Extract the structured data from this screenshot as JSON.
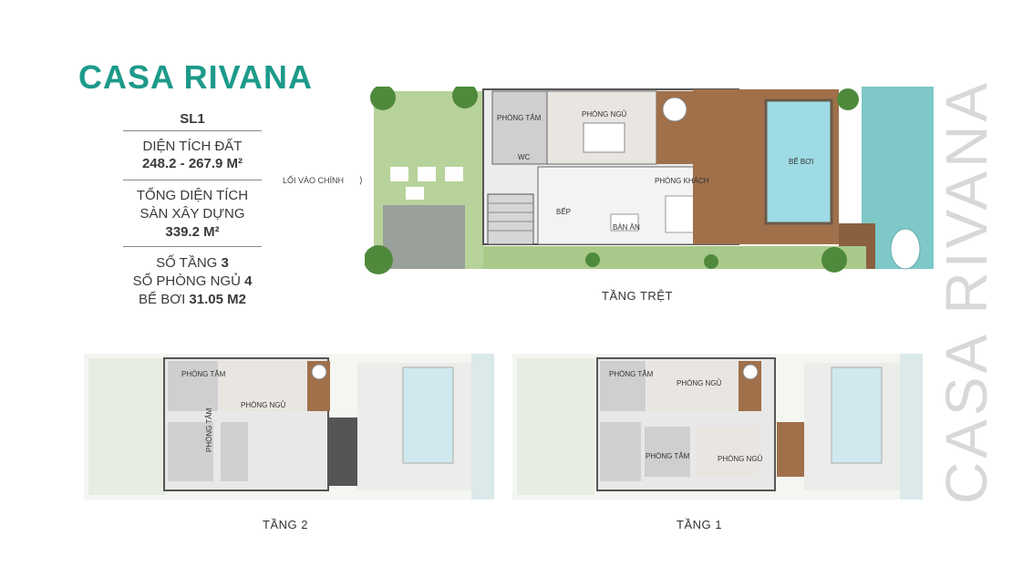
{
  "brand": "CASA RIVANA",
  "info": {
    "code": "SL1",
    "land_area_label": "DIỆN TÍCH ĐẤT",
    "land_area_value": "248.2 - 267.9 M²",
    "gfa_label_1": "TỔNG DIỆN TÍCH",
    "gfa_label_2": "SÀN XÂY DỰNG",
    "gfa_value": "339.2 M²",
    "floors_label": "SỐ TẦNG",
    "floors_value": "3",
    "bedrooms_label": "SỐ PHÒNG NGỦ",
    "bedrooms_value": "4",
    "pool_label": "BỂ BƠI",
    "pool_value": "31.05 M2"
  },
  "watermark": "CASA RIVANA",
  "plans": {
    "ground": {
      "caption": "TẦNG TRỆT",
      "entrance": "LỐI VÀO CHÍNH",
      "rooms": {
        "bathroom": "PHÒNG TẮM",
        "bedroom": "PHÒNG NGỦ",
        "wc": "WC",
        "living": "PHÒNG KHÁCH",
        "kitchen": "BẾP",
        "dining": "BÀN ĂN",
        "pool": "BỂ BƠI"
      }
    },
    "floor2": {
      "caption": "TẦNG 2",
      "rooms": {
        "bathroom": "PHÒNG TẮM",
        "bedroom": "PHÒNG NGỦ",
        "bathroom_vertical": "PHÒNG TẮM"
      }
    },
    "floor1": {
      "caption": "TẦNG 1",
      "rooms": {
        "bathroom_top": "PHÒNG TẮM",
        "bedroom_top": "PHÒNG NGỦ",
        "bathroom_bottom": "PHÒNG TẮM",
        "bedroom_bottom": "PHÒNG NGỦ"
      }
    }
  },
  "colors": {
    "brand": "#1d9a8a",
    "water": "#7ec8c8",
    "pool": "#9edbe4",
    "deck": "#a0704a",
    "grass": "#a9c98a",
    "interior": "#e4e4e4"
  }
}
